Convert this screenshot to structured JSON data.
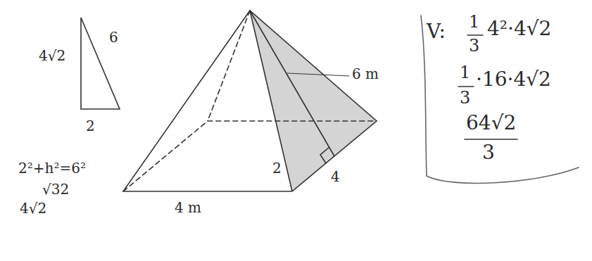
{
  "diagram": {
    "labels": [
      "4√2",
      "6",
      "2",
      "2²+h²=6²",
      "√32",
      "4√2",
      "6 m",
      "4 m",
      "2",
      "4",
      "V:",
      "1",
      "3",
      "4²·4√2",
      "1",
      "3",
      "·16·4√2",
      "64√2",
      "3"
    ]
  }
}
